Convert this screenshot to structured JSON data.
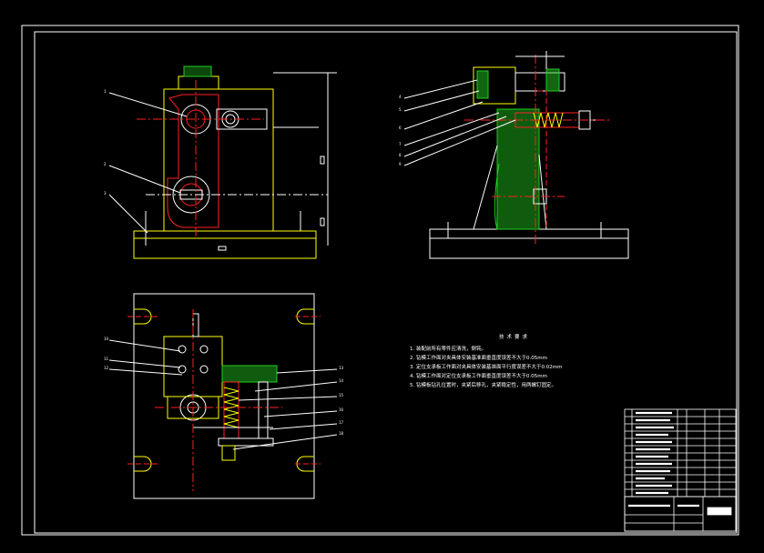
{
  "drawing": {
    "notes_title": "技术要求",
    "notes": [
      "1. 装配前所有零件应清洗，倒钝。",
      "2. 钻模工作面对夹具体安装基准面垂直度误差不大于0.05mm",
      "3. 定位支承板工作面对夹具体安装基准面平行度误差不大于0.02mm",
      "4. 钻模工作面对定位支承板工作面垂直度误差不大于0.05mm",
      "5. 钻模板钻孔位置时，夹紧后移孔，夹紧稳定性，用两螺钉固定。"
    ],
    "part_labels_front": [
      "1",
      "2",
      "3"
    ],
    "part_labels_side": [
      "4",
      "5",
      "6",
      "7",
      "8",
      "9"
    ],
    "part_labels_plan": [
      "10",
      "11",
      "12",
      "13",
      "14",
      "15",
      "16",
      "17",
      "18"
    ]
  },
  "colors": {
    "background": "#000000",
    "outline": "#ffffff",
    "body_line": "#ffff00",
    "section": "#ff2020",
    "hatch": "#22cc22",
    "center_line": "#ff2020"
  }
}
